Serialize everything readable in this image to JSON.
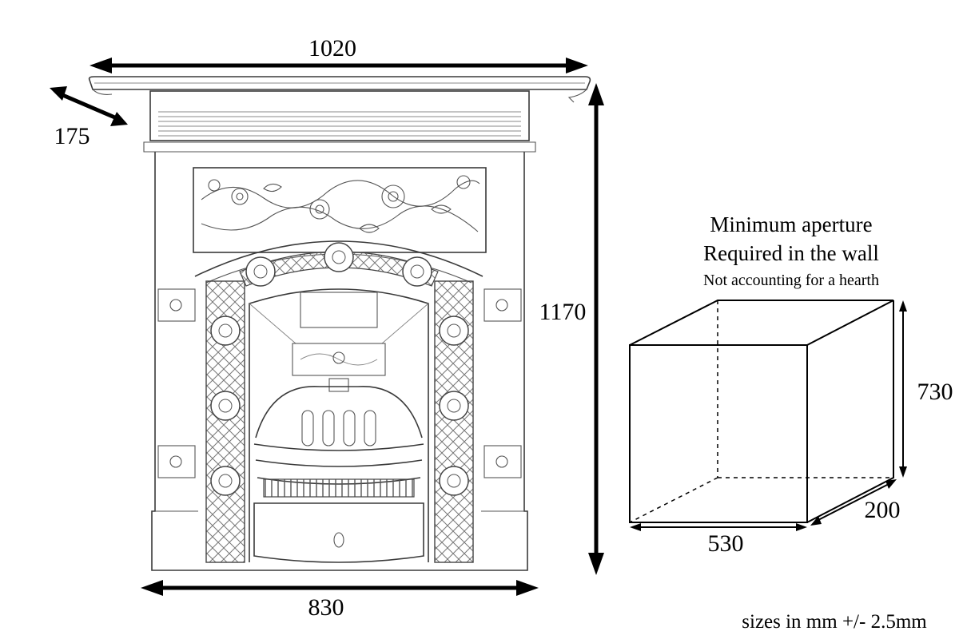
{
  "dimensions": {
    "mantel_width": "1020",
    "mantel_depth": "175",
    "overall_height": "1170",
    "base_width": "830"
  },
  "aperture": {
    "title_line1": "Minimum aperture",
    "title_line2": "Required in the wall",
    "subtitle": "Not accounting for a hearth",
    "height": "730",
    "width": "530",
    "depth": "200"
  },
  "footer_note": "sizes in mm +/- 2.5mm"
}
